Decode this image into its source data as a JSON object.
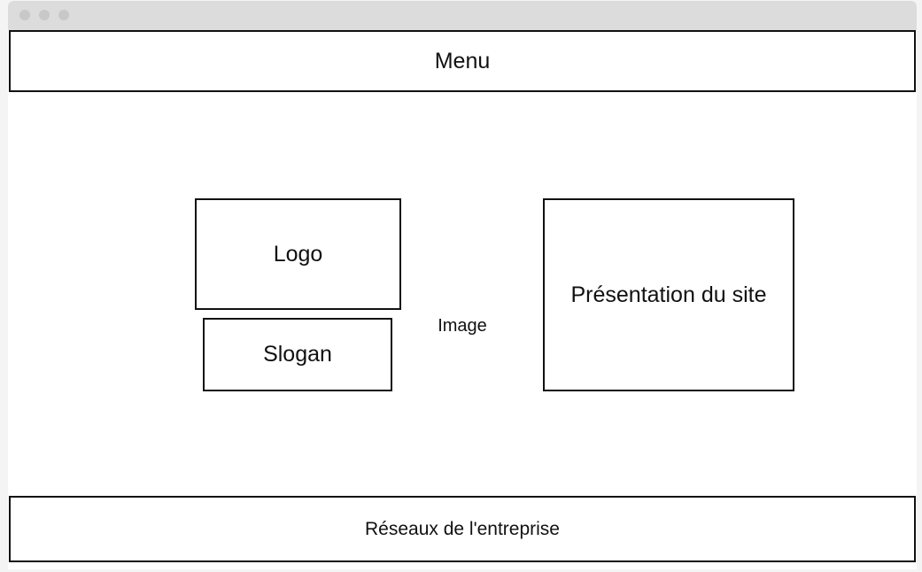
{
  "window": {
    "controls": [
      "close-dot-icon",
      "minimize-dot-icon",
      "maximize-dot-icon"
    ]
  },
  "wireframe": {
    "menu_label": "Menu",
    "logo_label": "Logo",
    "slogan_label": "Slogan",
    "image_label": "Image",
    "presentation_label": "Présentation du site",
    "footer_label": "Réseaux de l'entreprise"
  }
}
